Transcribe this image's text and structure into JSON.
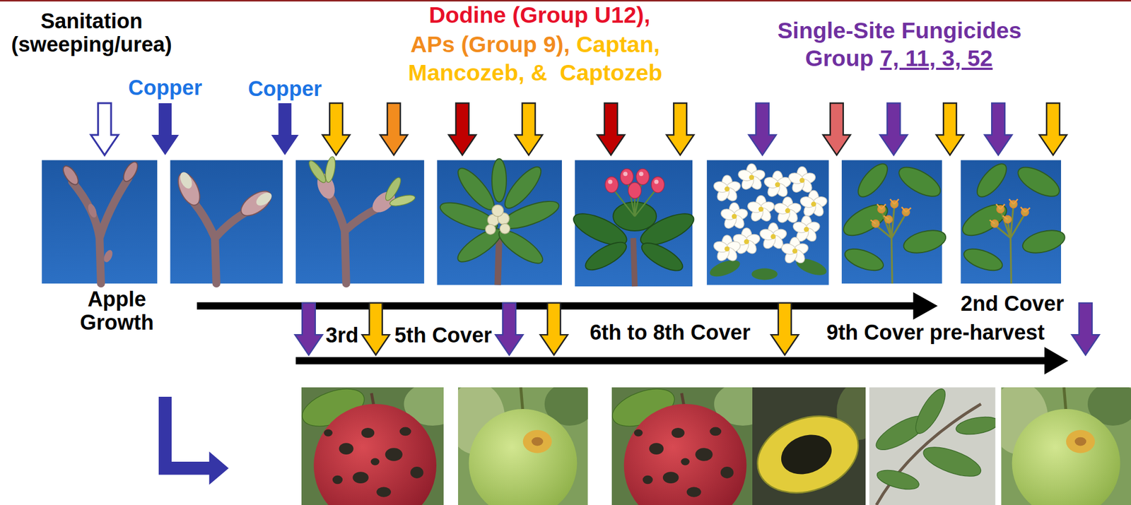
{
  "diagram": {
    "labels": [
      "Sanitation (sweeping/urea)",
      "Dodine (Group U12),",
      "APs (Group 9),",
      "Captan,",
      "Mancozeb, &  Captozeb",
      "Single-Site Fungicides",
      "Group",
      "7, 11, 3, 52",
      "Copper",
      "Copper",
      "Apple Growth",
      "2nd Cover",
      "3rd",
      "5th Cover",
      "6th to 8th Cover",
      "9th Cover pre-harvest"
    ]
  }
}
